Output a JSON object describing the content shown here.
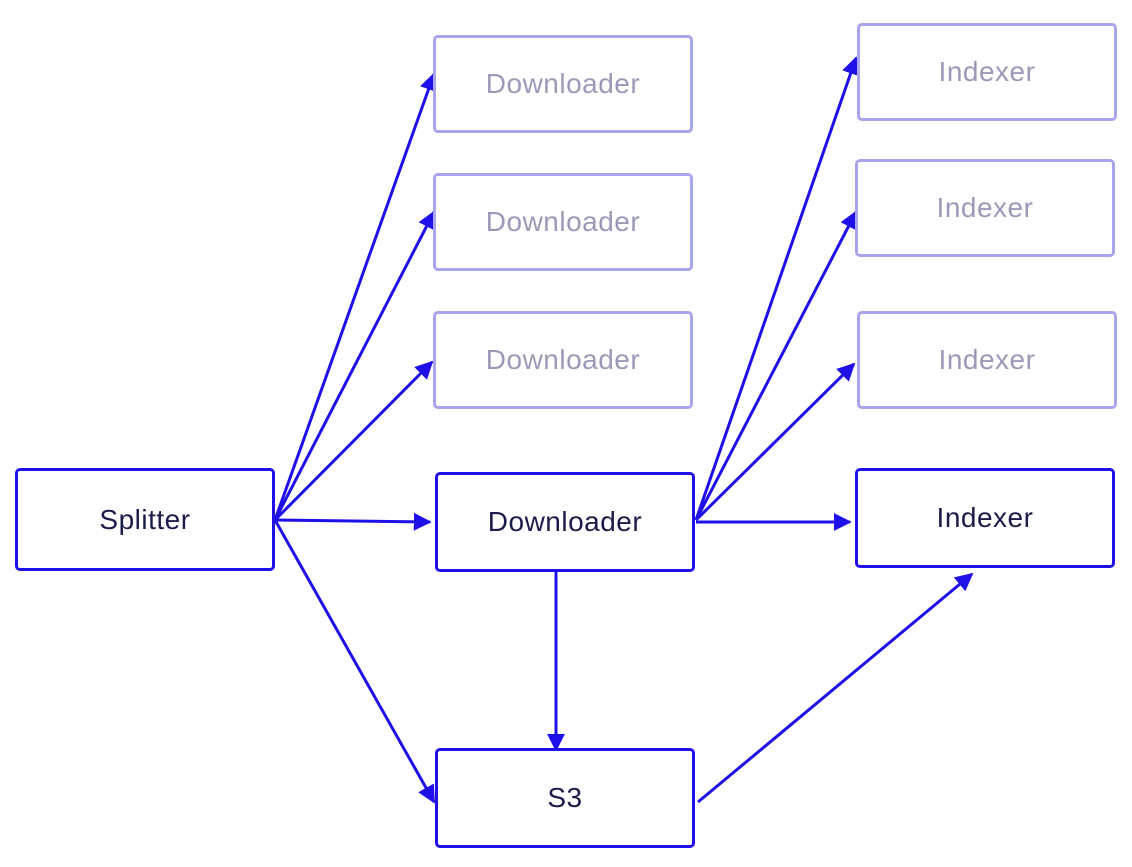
{
  "colors": {
    "edge": "#1f0fe8",
    "active_border": "#1f0fe8",
    "active_text": "#1c1c4a",
    "ghost_border": "#a8a4ee",
    "ghost_text": "#9a9ab8"
  },
  "nodes": {
    "splitter": {
      "label": "Splitter"
    },
    "downloader_ghost_1": {
      "label": "Downloader"
    },
    "downloader_ghost_2": {
      "label": "Downloader"
    },
    "downloader_ghost_3": {
      "label": "Downloader"
    },
    "downloader": {
      "label": "Downloader"
    },
    "indexer_ghost_1": {
      "label": "Indexer"
    },
    "indexer_ghost_2": {
      "label": "Indexer"
    },
    "indexer_ghost_3": {
      "label": "Indexer"
    },
    "indexer": {
      "label": "Indexer"
    },
    "s3": {
      "label": "S3"
    }
  },
  "edges": [
    {
      "from": "splitter",
      "to": "downloader_ghost_1"
    },
    {
      "from": "splitter",
      "to": "downloader_ghost_2"
    },
    {
      "from": "splitter",
      "to": "downloader_ghost_3"
    },
    {
      "from": "splitter",
      "to": "downloader"
    },
    {
      "from": "splitter",
      "to": "s3"
    },
    {
      "from": "downloader",
      "to": "indexer_ghost_1"
    },
    {
      "from": "downloader",
      "to": "indexer_ghost_2"
    },
    {
      "from": "downloader",
      "to": "indexer_ghost_3"
    },
    {
      "from": "downloader",
      "to": "indexer"
    },
    {
      "from": "downloader",
      "to": "s3"
    },
    {
      "from": "s3",
      "to": "indexer"
    }
  ]
}
